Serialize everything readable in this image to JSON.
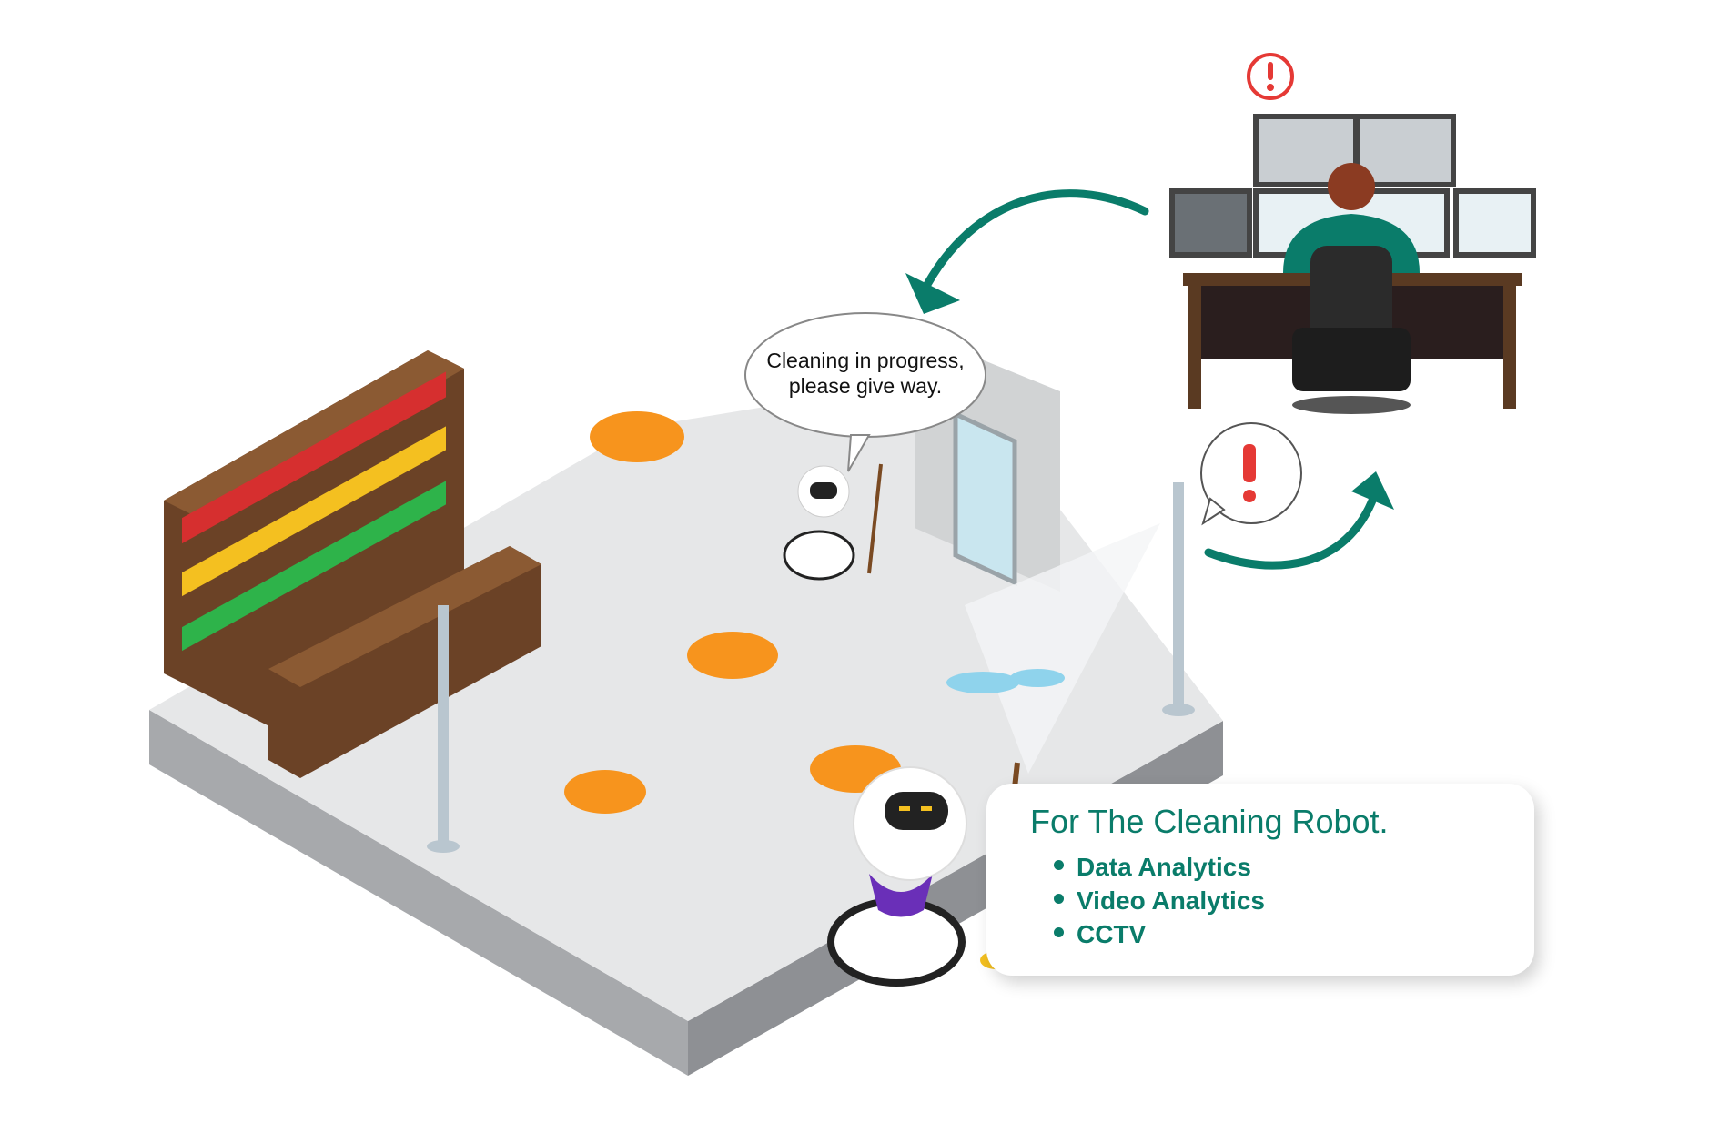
{
  "speech_bubble": {
    "line1": "Cleaning in progress,",
    "line2": "please give way."
  },
  "info_card": {
    "title": "For The Cleaning Robot.",
    "items": [
      "Data Analytics",
      "Video Analytics",
      "CCTV"
    ]
  },
  "colors": {
    "accent": "#0a7c6a",
    "alert": "#e53935",
    "table": "#f7941d",
    "shelf": "#6b4226"
  }
}
